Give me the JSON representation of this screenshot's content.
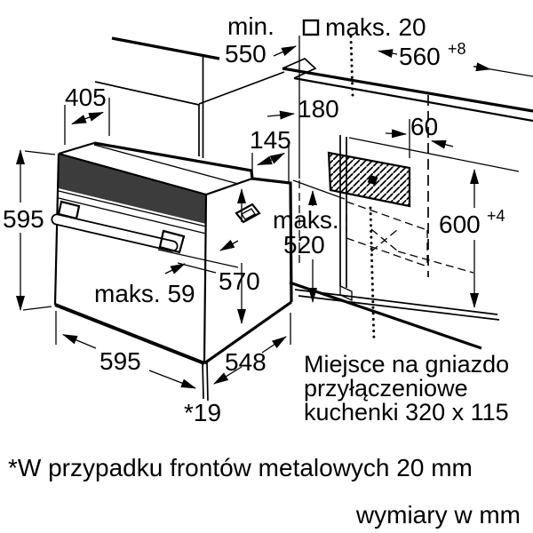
{
  "diagram": {
    "dims": {
      "min_label": "min.",
      "min_value": "550",
      "square_max": "maks. 20",
      "niche_width": "560",
      "niche_width_tol": "+8",
      "top_depth": "405",
      "oven_height": "595",
      "center_offset": "180",
      "frame_depth": "145",
      "socket_offset": "60",
      "niche_max_label": "maks.",
      "niche_max_value": "520",
      "niche_height": "600",
      "niche_height_tol": "+4",
      "side_depth": "570",
      "handle_max": "maks. 59",
      "oven_width": "595",
      "oven_depth": "548",
      "front_thickness": "*19"
    },
    "notes": {
      "socket_line1": "Miejsce na gniazdo",
      "socket_line2": "przyłączeniowe",
      "socket_line3": "kuchenki 320 x 115",
      "footnote": "*W przypadku frontów metalowych 20 mm",
      "units": "wymiary w mm"
    },
    "colors": {
      "line": "#000000",
      "panel": "#3c3c3c",
      "bg": "#ffffff"
    }
  }
}
